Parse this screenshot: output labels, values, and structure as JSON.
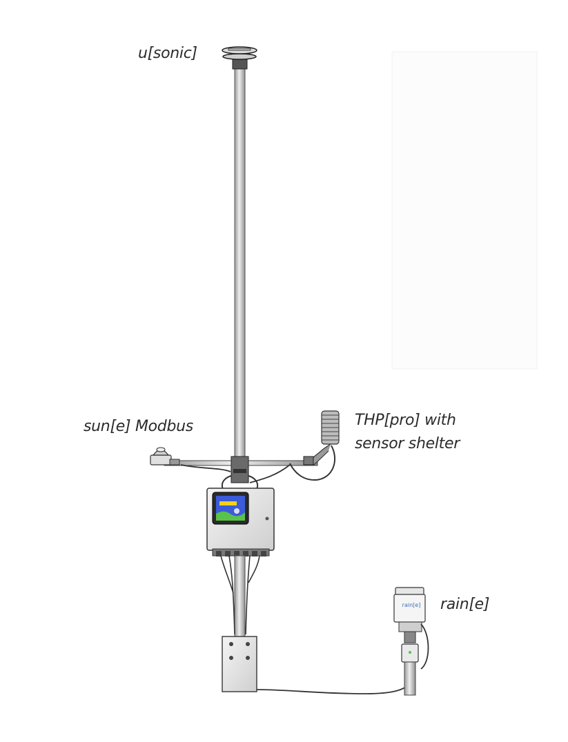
{
  "labels": {
    "u_sonic": "u[sonic]",
    "sun_e_modbus": "sun[e] Modbus",
    "thp_pro_line1": "THP[pro] with",
    "thp_pro_line2": "sensor shelter",
    "rain_e": "rain[e]",
    "rain_e_badge": "rain[e]"
  },
  "colors": {
    "pole": "#c9c9c9",
    "outline": "#3c3c3c",
    "display_blue": "#3b5bd9",
    "display_green": "#59c24a",
    "display_yellow": "#f2d21b",
    "badge_text": "#3a6fb0"
  }
}
